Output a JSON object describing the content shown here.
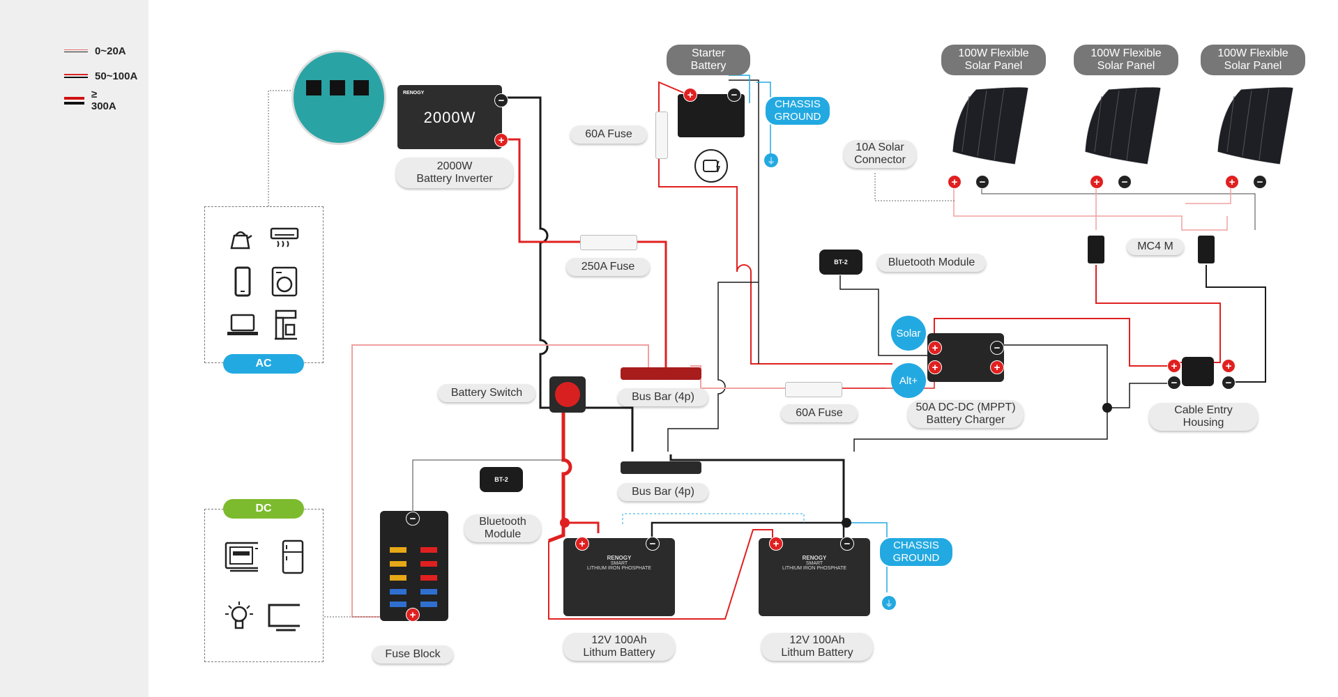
{
  "legend": [
    {
      "label": "0~20A",
      "style": "thin"
    },
    {
      "label": "50~100A",
      "style": "mid"
    },
    {
      "label": "≥ 300A",
      "style": "thick"
    }
  ],
  "colors": {
    "positive": "#e02020",
    "negative": "#1a1a1a",
    "light_wire": "#f0a0a0",
    "accent_blue": "#23a9e1",
    "dc_green": "#7dbb2e",
    "label_bg": "#ececec",
    "panel_label_bg": "#777777"
  },
  "groups": {
    "ac": {
      "label": "AC",
      "icons": [
        "kettle-icon",
        "air-conditioner-icon",
        "phone-icon",
        "washing-machine-icon",
        "laptop-icon",
        "coffee-machine-icon"
      ]
    },
    "dc": {
      "label": "DC",
      "icons": [
        "microwave-icon",
        "fridge-icon",
        "light-bulb-icon",
        "tv-icon"
      ]
    }
  },
  "inverter": {
    "brand": "RENOGY",
    "display": "2000W"
  },
  "labels": {
    "inverter": "2000W\nBattery Inverter",
    "starter_battery": "Starter\nBattery",
    "chassis_ground_top": "CHASSIS\nGROUND",
    "chassis_ground_bottom": "CHASSIS\nGROUND",
    "fuse_60a_top": "60A Fuse",
    "fuse_250a": "250A Fuse",
    "fuse_60a_mid": "60A Fuse",
    "solar_connector": "10A Solar\nConnector",
    "panel_1": "100W Flexible\nSolar Panel",
    "panel_2": "100W Flexible\nSolar Panel",
    "panel_3": "100W Flexible\nSolar Panel",
    "mc4": "MC4 M",
    "bluetooth_top": "Bluetooth Module",
    "bluetooth_bottom": "Bluetooth\nModule",
    "battery_switch": "Battery Switch",
    "bus_bar_top": "Bus Bar (4p)",
    "bus_bar_bottom": "Bus Bar (4p)",
    "charger": "50A DC-DC (MPPT)\nBattery Charger",
    "cable_entry": "Cable Entry\nHousing",
    "fuse_block": "Fuse Block",
    "battery_1": "12V 100Ah\nLithum Battery",
    "battery_2": "12V 100Ah\nLithum Battery",
    "solar_input": "Solar",
    "alt_input": "Alt+"
  },
  "bt_module_text": "BT-2",
  "battery_face": {
    "brand": "RENOGY",
    "line1": "SMART",
    "line2": "LITHIUM IRON PHOSPHATE"
  }
}
